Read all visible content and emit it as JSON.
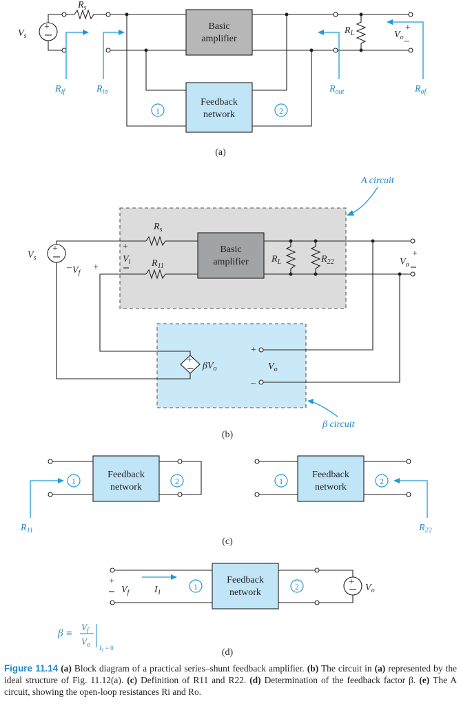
{
  "panel_a": {
    "label": "(a)",
    "amp_line1": "Basic",
    "amp_line2": "amplifier",
    "fb_line1": "Feedback",
    "fb_line2": "network",
    "port1": "1",
    "port2": "2",
    "rs": "R",
    "rs_sub": "s",
    "vs": "V",
    "vs_sub": "s",
    "rl": "R",
    "rl_sub": "L",
    "vo": "V",
    "vo_sub": "o",
    "rif": "R",
    "rif_sub": "if",
    "rin": "R",
    "rin_sub": "in",
    "rout": "R",
    "rout_sub": "out",
    "rof": "R",
    "rof_sub": "of"
  },
  "panel_b": {
    "label": "(b)",
    "a_circuit": "A circuit",
    "beta_circuit": "β circuit",
    "amp_line1": "Basic",
    "amp_line2": "amplifier",
    "rs": "R",
    "rs_sub": "s",
    "r11": "R",
    "r11_sub": "11",
    "rl": "R",
    "rl_sub": "L",
    "r22": "R",
    "r22_sub": "22",
    "vi": "V",
    "vi_sub": "i",
    "vf": "V",
    "vf_sub": "f",
    "vs": "V",
    "vs_sub": "s",
    "vo": "V",
    "vo_sub": "o",
    "beta_vo": "βV",
    "beta_vo_sub": "o",
    "inner_vo": "V",
    "inner_vo_sub": "o"
  },
  "panel_c": {
    "label": "(c)",
    "fb_line1": "Feedback",
    "fb_line2": "network",
    "port1": "1",
    "port2": "2",
    "r11": "R",
    "r11_sub": "11",
    "r22": "R",
    "r22_sub": "22"
  },
  "panel_d": {
    "label": "(d)",
    "fb_line1": "Feedback",
    "fb_line2": "network",
    "port1": "1",
    "port2": "2",
    "vf": "V",
    "vf_sub": "f",
    "i1": "I",
    "i1_sub": "1",
    "vo": "V",
    "vo_sub": "o",
    "beta_eq": "β ≡",
    "frac_num": "V",
    "frac_num_sub": "f",
    "frac_den": "V",
    "frac_den_sub": "o",
    "cond": "I",
    "cond_sub": "1",
    "cond_rest": " = 0"
  },
  "caption": {
    "fig": "Figure 11.14",
    "part_a": "(a)",
    "text_a": " Block diagram of a practical series–shunt feedback amplifier. ",
    "part_b": "(b)",
    "text_b": " The circuit in ",
    "part_a2": "(a)",
    "text_b2": " represented by the ideal structure of Fig. 11.12(a). ",
    "part_c": "(c)",
    "text_c": " Definition of R11 and R22. ",
    "part_d": "(d)",
    "text_d": " Determination of the feedback factor β. ",
    "part_e": "(e)",
    "text_e": " The A circuit, showing the open-loop resistances Ri and Ro."
  },
  "colors": {
    "block_gray": "#b7b7b8",
    "block_dark_gray": "#a2a3a5",
    "block_blue": "#bfe5f7",
    "region_gray": "#dcdcdd",
    "region_blue": "#c9e9f8",
    "accent_blue": "#1e9ad6",
    "caption_blue": "#1e88c7"
  }
}
